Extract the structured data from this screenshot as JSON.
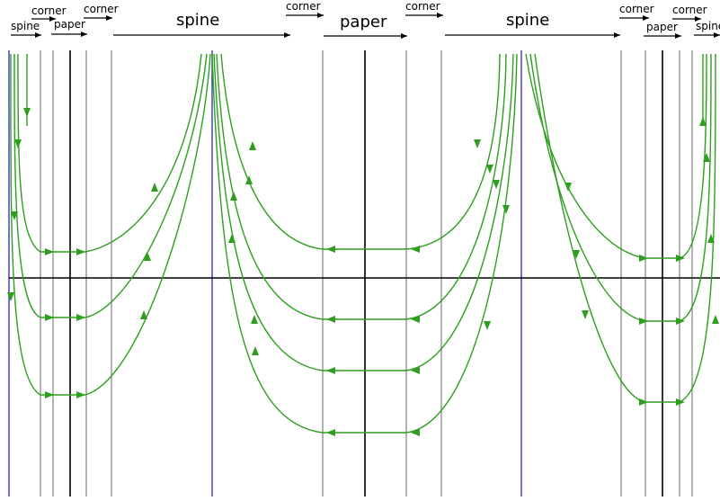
{
  "header": {
    "labels": [
      {
        "id": "spine-small-left",
        "text": "spine"
      },
      {
        "id": "corner-small-1",
        "text": "corner"
      },
      {
        "id": "paper-small-left",
        "text": "paper"
      },
      {
        "id": "corner-small-2",
        "text": "corner"
      },
      {
        "id": "spine-large-1",
        "text": "spine"
      },
      {
        "id": "corner-large-1",
        "text": "corner"
      },
      {
        "id": "paper-large",
        "text": "paper"
      },
      {
        "id": "corner-large-2",
        "text": "corner"
      },
      {
        "id": "spine-large-2",
        "text": "spine"
      },
      {
        "id": "corner-small-3",
        "text": "corner"
      },
      {
        "id": "paper-small-right",
        "text": "paper"
      },
      {
        "id": "corner-small-4",
        "text": "corner"
      },
      {
        "id": "spine-small-right",
        "text": "spine"
      }
    ]
  },
  "colors": {
    "flow": "#2e9e1f",
    "spine_line": "#3a33cc",
    "paper_line": "#000000",
    "corner_line": "#808080",
    "axis": "#000000"
  }
}
